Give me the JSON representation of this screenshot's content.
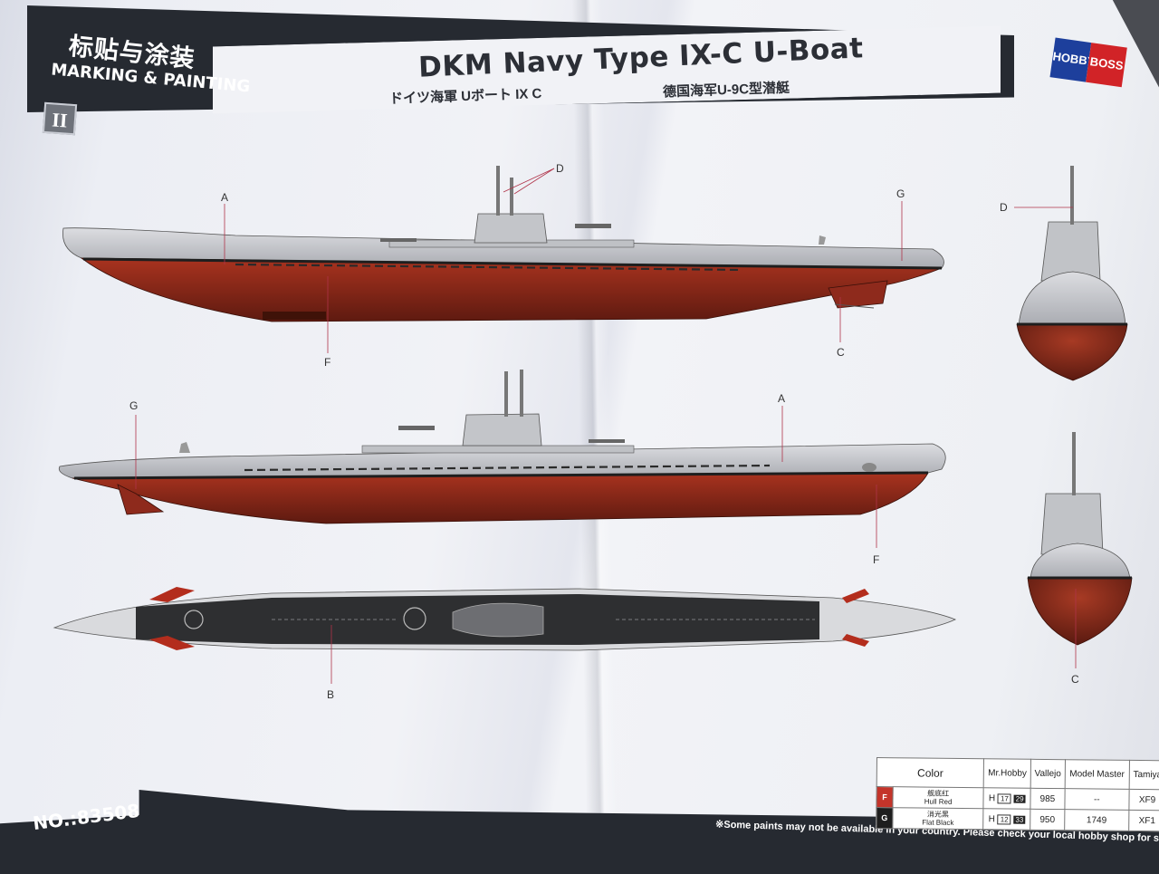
{
  "header": {
    "section_cn": "标贴与涂装",
    "section_en": "MARKING & PAINTING",
    "title": "DKM Navy Type IX-C U-Boat",
    "subtitle_jp": "ドイツ海軍 Uボート IX C",
    "subtitle_cn": "德国海军U-9C型潜艇",
    "logo_left": "HOBBY",
    "logo_right": "BOSS",
    "sheet_number": "II"
  },
  "callouts": {
    "side_top": {
      "a": "A",
      "d": "D",
      "g": "G",
      "f": "F",
      "c": "C"
    },
    "side_bottom": {
      "g": "G",
      "a": "A",
      "f": "F"
    },
    "deck": {
      "b": "B"
    },
    "front_top": {
      "d": "D"
    },
    "front_bottom": {
      "c": "C"
    }
  },
  "colors": {
    "hull_grey": "#b9bbc0",
    "hull_red": "#8e2a1c",
    "deck_black": "#2e2f31",
    "band_dark": "#262a31",
    "red_code": "#c4342a",
    "black_code": "#1e1e1e"
  },
  "color_table": {
    "headers": [
      "Color",
      "Mr.Hobby",
      "Vallejo",
      "Model Master",
      "Tamiya"
    ],
    "rows": [
      {
        "code": "F",
        "name_cn": "舰底红",
        "name_en": "Hull Red",
        "mrhobby_h": "H",
        "mrhobby_h_num": "17",
        "mrhobby_c": "29",
        "vallejo": "985",
        "model_master": "--",
        "tamiya": "XF9"
      },
      {
        "code": "G",
        "name_cn": "消光黑",
        "name_en": "Flat Black",
        "mrhobby_h": "H",
        "mrhobby_h_num": "12",
        "mrhobby_c": "33",
        "vallejo": "950",
        "model_master": "1749",
        "tamiya": "XF1"
      }
    ]
  },
  "footer": {
    "part_number": "NO.:83508",
    "note": "※Some paints may not be available in your country. Please check your local hobby shop for substitutes."
  }
}
